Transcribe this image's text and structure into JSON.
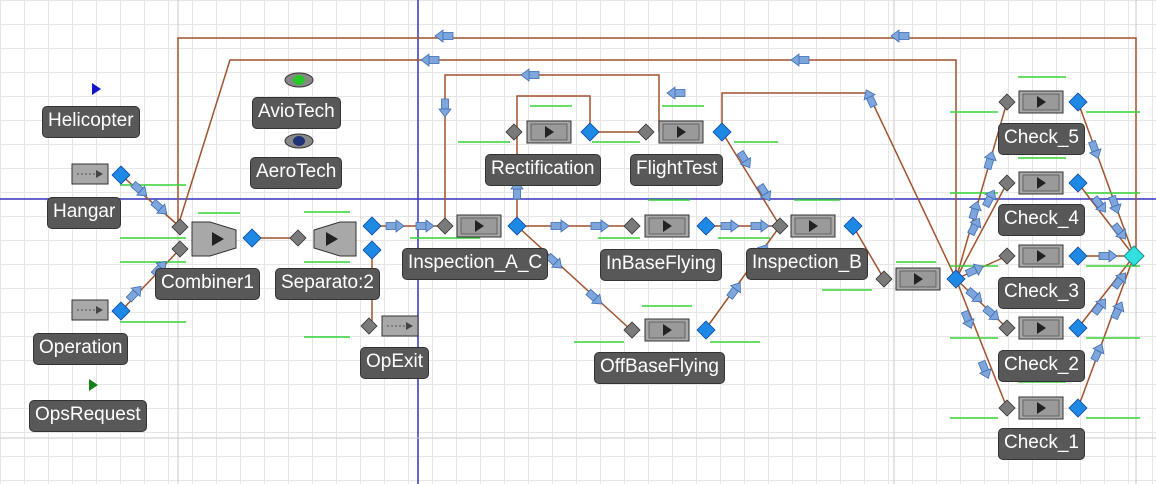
{
  "labels": {
    "helicopter": "Helicopter",
    "hangar": "Hangar",
    "operation": "Operation",
    "ops_request": "OpsRequest",
    "avio_tech": "AvioTech",
    "aero_tech": "AeroTech",
    "combiner1": "Combiner1",
    "separator2": "Separato:2",
    "op_exit": "OpExit",
    "inspection_a": "Inspection_A_C",
    "in_base_flying": "InBaseFlying",
    "off_base_flying": "OffBaseFlying",
    "rectification": "Rectification",
    "flight_test": "FlightTest",
    "inspection_b": "Inspection_B",
    "check_5": "Check_5",
    "check_4": "Check_4",
    "check_3": "Check_3",
    "check_2": "Check_2",
    "check_1": "Check_1"
  },
  "colors": {
    "connector": "#a0522d",
    "input_node": "#7a7a7a",
    "output_node": "#1e88e5",
    "sink_node": "#33e0e0",
    "flow_arrow": "#7fa6dc",
    "queue_line": "#35d335",
    "label_bg": "#585858",
    "guide_line": "#3333bb",
    "entity_helicopter": "#1414c8",
    "entity_ops_request": "#148214",
    "resource_avio": "#28c828",
    "resource_aero": "#1e3278"
  },
  "icons": {
    "server": "play-triangle-box",
    "source": "dash-arrow-box",
    "combiner": "funnel-merge",
    "separator": "funnel-split",
    "sink": "dash-arrow-box"
  }
}
